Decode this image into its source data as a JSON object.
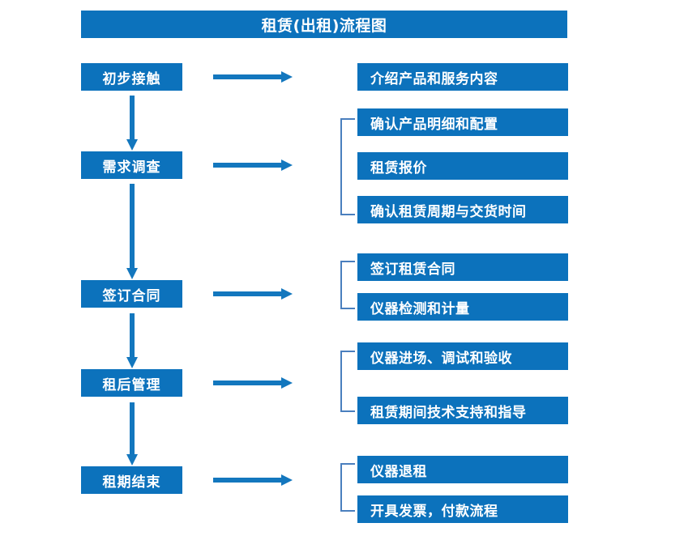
{
  "diagram": {
    "title": "租赁(出租)流程图",
    "colors": {
      "box_fill": "#0C72BC",
      "box_text": "#FFFFFF",
      "arrow": "#1377BE",
      "bracket": "#4A7FBE",
      "background": "#FFFFFF"
    },
    "stages": [
      {
        "label": "初步接触"
      },
      {
        "label": "需求调查"
      },
      {
        "label": "签订合同"
      },
      {
        "label": "租后管理"
      },
      {
        "label": "租期结束"
      }
    ],
    "details": [
      {
        "label": "介绍产品和服务内容"
      },
      {
        "label": "确认产品明细和配置"
      },
      {
        "label": "租赁报价"
      },
      {
        "label": "确认租赁周期与交货时间"
      },
      {
        "label": "签订租赁合同"
      },
      {
        "label": "仪器检测和计量"
      },
      {
        "label": "仪器进场、调试和验收"
      },
      {
        "label": "租赁期间技术支持和指导"
      },
      {
        "label": "仪器退租"
      },
      {
        "label": "开具发票，付款流程"
      }
    ]
  }
}
